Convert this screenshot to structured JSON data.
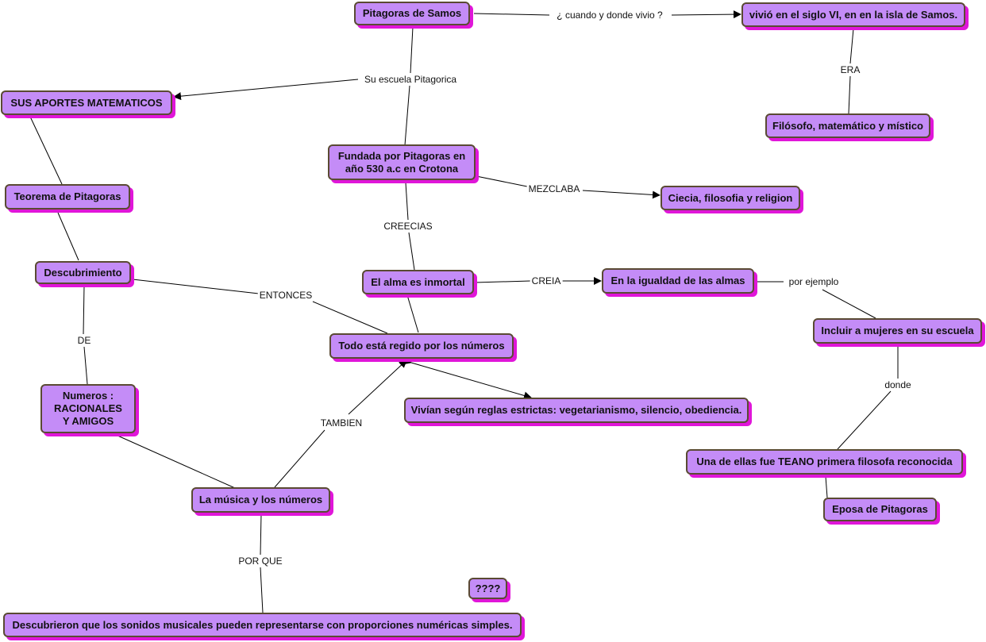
{
  "nodes": {
    "pitagoras": "Pitagoras de Samos",
    "vivio": "vivió en el siglo VI, en en la isla de Samos.",
    "filosofo": "Filósofo, matemático y místico",
    "aportes": "SUS APORTES MATEMATICOS",
    "fundada": "Fundada por Pitagoras en año 530 a.c en Crotona",
    "ciencia": "Ciecia, filosofia y religion",
    "teorema": "Teorema de Pitagoras",
    "descubrimiento": "Descubrimiento",
    "alma": "El alma es inmortal",
    "igualdad": "En la igualdad de las almas",
    "mujeres": "Incluir a mujeres en su escuela",
    "todo": "Todo está regido por los números",
    "numeros": "Numeros : RACIONALES Y AMIGOS",
    "vivian": "Vivían según reglas estrictas: vegetarianismo, silencio, obediencia.",
    "teano": "Una de ellas fue TEANO primera filosofa reconocida",
    "musica": "La música y los números",
    "esposa": "Eposa de Pitagoras",
    "interrogacion": "????",
    "sonidos": "Descubrieron que los sonidos musicales pueden representarse con proporciones numéricas simples."
  },
  "links": {
    "cuando": "¿ cuando y donde vivio ?",
    "era": "ERA",
    "escuela": "Su escuela Pitagorica",
    "mezclaba": "MEZCLABA",
    "creecias": "CREECIAS",
    "creia": "CREIA",
    "ejemplo": "por ejemplo",
    "entonces": "ENTONCES",
    "de": "DE",
    "donde": "donde",
    "tambien": "TAMBIEN",
    "porque": "POR QUE"
  },
  "colors": {
    "node_fill": "#c48cf7",
    "node_shadow": "#e016d9",
    "node_border": "#5a4a33",
    "line": "#000000"
  }
}
